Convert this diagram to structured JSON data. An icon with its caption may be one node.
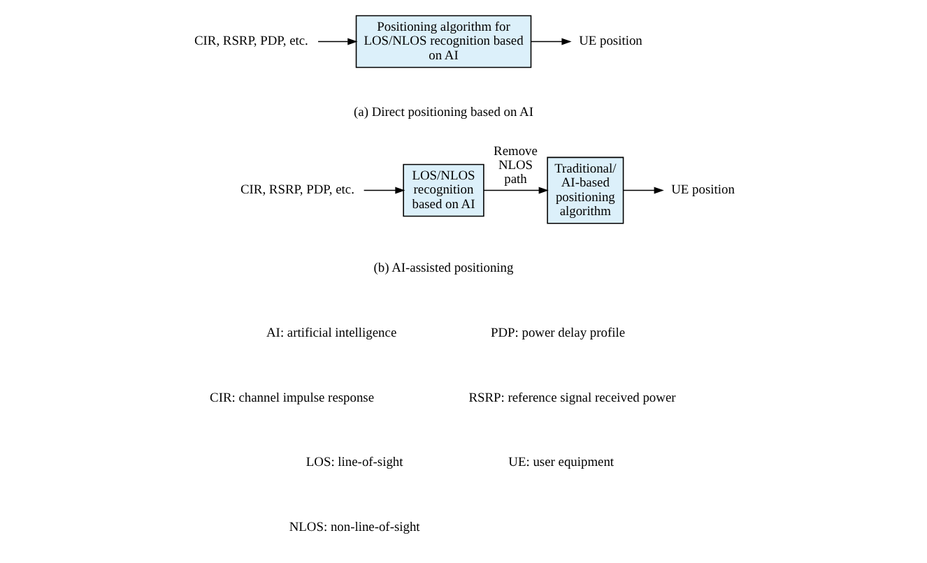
{
  "diagram": {
    "nodes": [
      {
        "text": [
          "CIR, RSRP, PDP, etc."
        ]
      },
      {
        "text": [
          "Positioning algorithm for LOS/NLOS recognition based on AI"
        ]
      },
      {
        "text": [
          "UE position"
        ]
      },
      {
        "text": [
          "CIR, RSRP, PDP, etc."
        ]
      },
      {
        "text": [
          "LOS/NLOS recognition based on AI"
        ]
      },
      {
        "text": [
          "Traditional/ AI-based positioning algorithm"
        ]
      },
      {
        "text": [
          "UE position"
        ]
      }
    ],
    "edges": [
      {
        "from": 0,
        "to": 1,
        "arrow": "to"
      },
      {
        "from": 1,
        "to": 2,
        "arrow": "to"
      },
      {
        "from": 3,
        "to": 4,
        "arrow": "to"
      },
      {
        "from": 4,
        "to": 5,
        "arrow": "to",
        "label": "Remove NLOS path"
      },
      {
        "from": 5,
        "to": 6,
        "arrow": "to"
      }
    ],
    "labels": [
      "(a) Direct positioning based on AI",
      "(b) AI-assisted positioning",
      "AI: artificial intelligence",
      "PDP: power delay profile",
      "CIR: channel impulse response",
      "RSRP: reference signal received power",
      "LOS: line-of-sight",
      "UE: user equipment",
      "NLOS: non-line-of-sight"
    ]
  }
}
